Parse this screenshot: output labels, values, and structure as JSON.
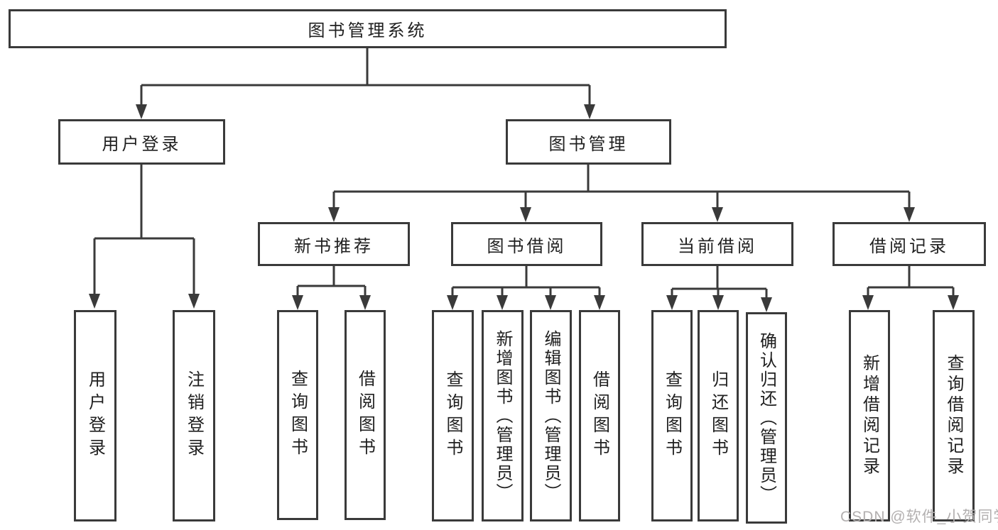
{
  "title": "图书管理系统",
  "watermark": "CSDN @软件_小贺同学",
  "colors": {
    "line": "#3a3a3a",
    "text": "#1f1f1f",
    "watermark": "#b3b0b0",
    "background": "#ffffff"
  },
  "tree": {
    "root": {
      "label": "图书管理系统"
    },
    "branches": [
      {
        "label": "用户登录",
        "children": [
          {
            "label": "用户登录"
          },
          {
            "label": "注销登录"
          }
        ]
      },
      {
        "label": "图书管理",
        "children": [
          {
            "label": "新书推荐",
            "children": [
              {
                "label": "查询图书"
              },
              {
                "label": "借阅图书"
              }
            ]
          },
          {
            "label": "图书借阅",
            "children": [
              {
                "label": "查询图书"
              },
              {
                "label": "新增图书（管理员）"
              },
              {
                "label": "编辑图书（管理员）"
              },
              {
                "label": "借阅图书"
              }
            ]
          },
          {
            "label": "当前借阅",
            "children": [
              {
                "label": "查询图书"
              },
              {
                "label": "归还图书"
              },
              {
                "label": "确认归还（管理员）"
              }
            ]
          },
          {
            "label": "借阅记录",
            "children": [
              {
                "label": "新增借阅记录"
              },
              {
                "label": "查询借阅记录"
              }
            ]
          }
        ]
      }
    ]
  }
}
